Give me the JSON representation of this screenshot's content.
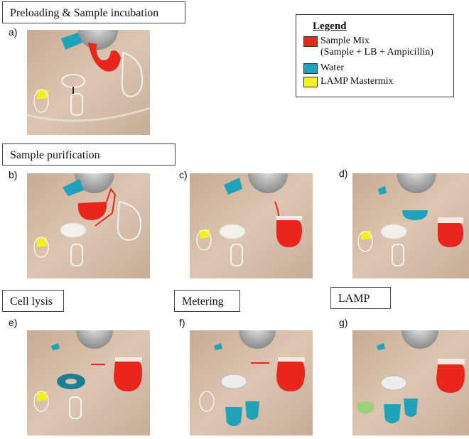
{
  "stages": {
    "preloading": "Preloading & Sample incubation",
    "purification": "Sample purification",
    "lysis": "Cell lysis",
    "metering": "Metering",
    "lamp": "LAMP"
  },
  "panels": [
    "a)",
    "b)",
    "c)",
    "d)",
    "e)",
    "f)",
    "g)"
  ],
  "legend": {
    "title": "Legend",
    "items": [
      {
        "label": "Sample Mix",
        "sublabel": "(Sample + LB + Ampicillin)",
        "color": "#e8261c"
      },
      {
        "label": "Water",
        "color": "#1fa3b8"
      },
      {
        "label": "LAMP Mastermix",
        "color": "#f2f020"
      }
    ]
  },
  "colors": {
    "sample": "#e8261c",
    "water": "#1fa3b8",
    "lamp_mix": "#f2f020",
    "lamp_product": "#9fcf7a",
    "background": "#d9c2ad"
  }
}
